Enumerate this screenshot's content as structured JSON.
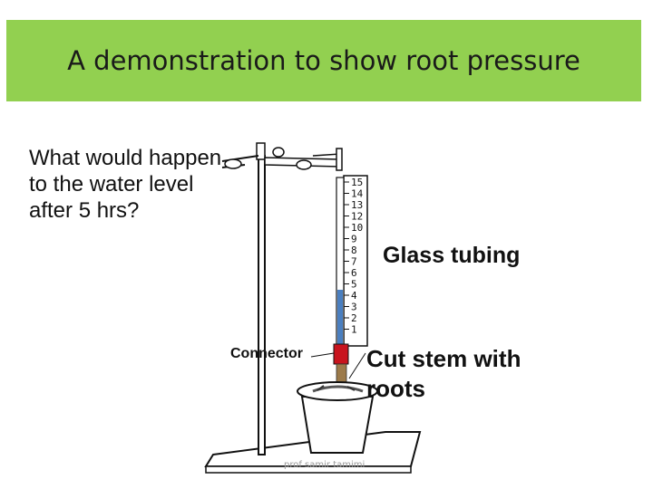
{
  "slide": {
    "title": "A demonstration to show root pressure",
    "question": "What would happen to the water level after 5 hrs?",
    "watermark": "prof samir tamimi"
  },
  "labels": {
    "glass_tubing": "Glass tubing",
    "connector": "Connector",
    "cut_stem": "Cut stem with roots"
  },
  "scale": {
    "ticks": [
      "15",
      "14",
      "13",
      "12",
      "10",
      "9",
      "8",
      "7",
      "6",
      "5",
      "4",
      "3",
      "2",
      "1"
    ]
  },
  "colors": {
    "title_bg": "#92d050",
    "water": "#4a7fc0",
    "connector": "#c8141e",
    "stem": "#9c7a4a"
  }
}
